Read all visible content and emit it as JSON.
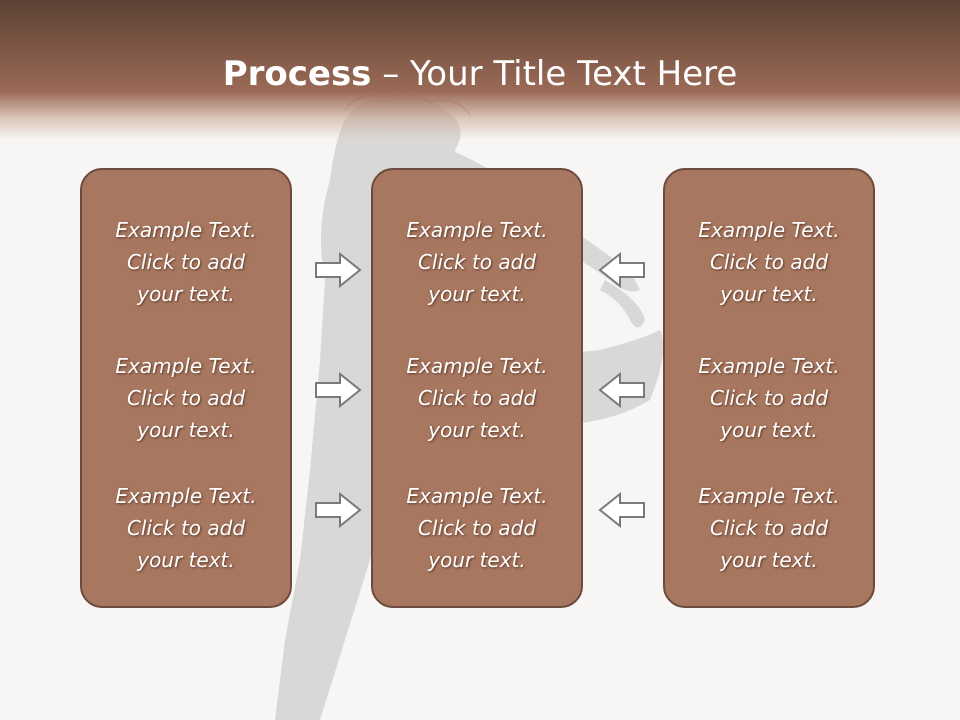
{
  "slide": {
    "title_bold": "Process",
    "title_rest": " – Your Title Text Here",
    "colors": {
      "header": "#7a5444",
      "box_fill": "#a8775f",
      "box_border": "#6b4b3e",
      "text": "#ffffff",
      "arrow_outline": "#7a7a7a"
    }
  },
  "columns": [
    {
      "items": [
        {
          "line1": "Example Text.",
          "line2": "Click  to add",
          "line3": "your text."
        },
        {
          "line1": "Example Text.",
          "line2": "Click  to add",
          "line3": "your text."
        },
        {
          "line1": "Example Text.",
          "line2": "Click  to add",
          "line3": "your text."
        }
      ]
    },
    {
      "items": [
        {
          "line1": "Example Text.",
          "line2": "Click  to add",
          "line3": "your text."
        },
        {
          "line1": "Example Text.",
          "line2": "Click  to add",
          "line3": "your text."
        },
        {
          "line1": "Example Text.",
          "line2": "Click  to add",
          "line3": "your text."
        }
      ]
    },
    {
      "items": [
        {
          "line1": "Example Text.",
          "line2": "Click  to add",
          "line3": "your text."
        },
        {
          "line1": "Example Text.",
          "line2": "Click  to add",
          "line3": "your text."
        },
        {
          "line1": "Example Text.",
          "line2": "Click  to add",
          "line3": "your text."
        }
      ]
    }
  ],
  "arrows": {
    "left_to_center": "arrow-right-icon",
    "right_to_center": "arrow-left-icon"
  }
}
